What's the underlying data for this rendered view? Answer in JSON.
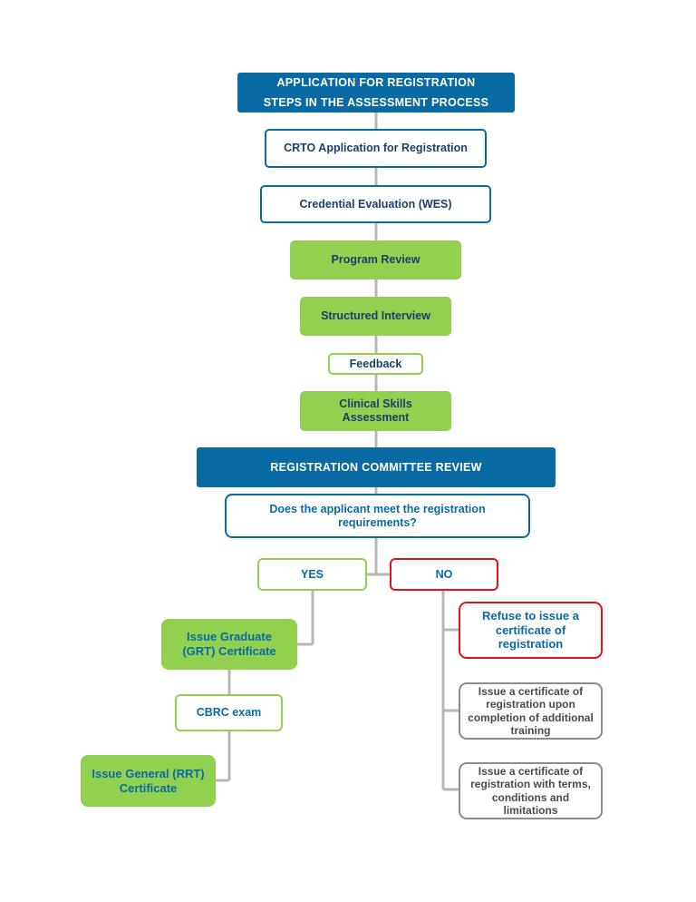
{
  "title_line1": "APPLICATION FOR REGISTRATION",
  "title_line2": "STEPS IN THE ASSESSMENT PROCESS",
  "steps": {
    "crto_application": "CRTO Application for Registration",
    "credential_evaluation": "Credential Evaluation (WES)",
    "program_review": "Program Review",
    "structured_interview": "Structured Interview",
    "feedback": "Feedback",
    "clinical_skills": "Clinical Skills Assessment"
  },
  "committee_review": "REGISTRATION COMMITTEE REVIEW",
  "decision_question": "Does the applicant meet the registration requirements?",
  "yes_label": "YES",
  "no_label": "NO",
  "yes_branch": {
    "grt_certificate": "Issue Graduate (GRT) Certificate",
    "cbrc_exam": "CBRC exam",
    "rrt_certificate": "Issue General (RRT) Certificate"
  },
  "no_branch": {
    "refuse": "Refuse to issue a certificate of registration",
    "additional_training": "Issue a certificate of registration upon completion of additional training",
    "terms_conditions": "Issue a certificate of registration with terms, conditions and limitations"
  },
  "colors": {
    "header_blue": "#0a6aa3",
    "green": "#92d050",
    "red": "#e0141e",
    "grey": "#8c8c8c",
    "connector": "#b7b7b7"
  }
}
